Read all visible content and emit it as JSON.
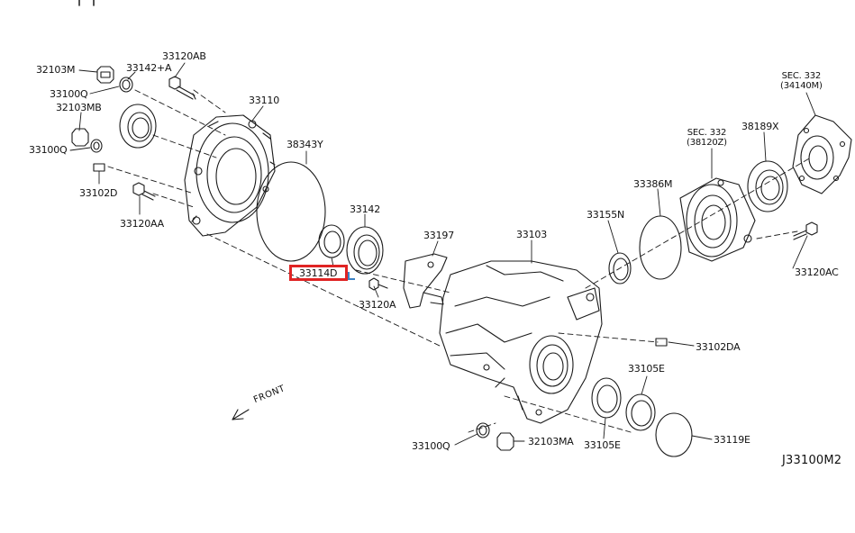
{
  "diagram_code": "J33100M2",
  "front_label": "FRONT",
  "colors": {
    "line": "#1a1a1a",
    "highlight": "#e02424",
    "highlight_accent": "#3b82c4",
    "background": "#ffffff"
  },
  "highlighted_part": "33114D",
  "parts": {
    "p_32103M": "32103M",
    "p_33142A": "33142+A",
    "p_33120AB": "33120AB",
    "p_33100Q_a": "33100Q",
    "p_32103MB": "32103MB",
    "p_33100Q_b": "33100Q",
    "p_33102D": "33102D",
    "p_33120AA": "33120AA",
    "p_33110": "33110",
    "p_38343Y": "38343Y",
    "p_33142": "33142",
    "p_33114D": "33114D",
    "p_33120A": "33120A",
    "p_33197": "33197",
    "p_33103": "33103",
    "p_33155N": "33155N",
    "p_33386M": "33386M",
    "p_sec332_a": "SEC. 332",
    "p_sec332_a_sub": "(38120Z)",
    "p_38189X": "38189X",
    "p_sec332_b": "SEC. 332",
    "p_sec332_b_sub": "(34140M)",
    "p_33120AC": "33120AC",
    "p_33102DA": "33102DA",
    "p_33105E_a": "33105E",
    "p_33105E_b": "33105E",
    "p_33119E": "33119E",
    "p_33100Q_c": "33100Q",
    "p_32103MA": "32103MA"
  }
}
